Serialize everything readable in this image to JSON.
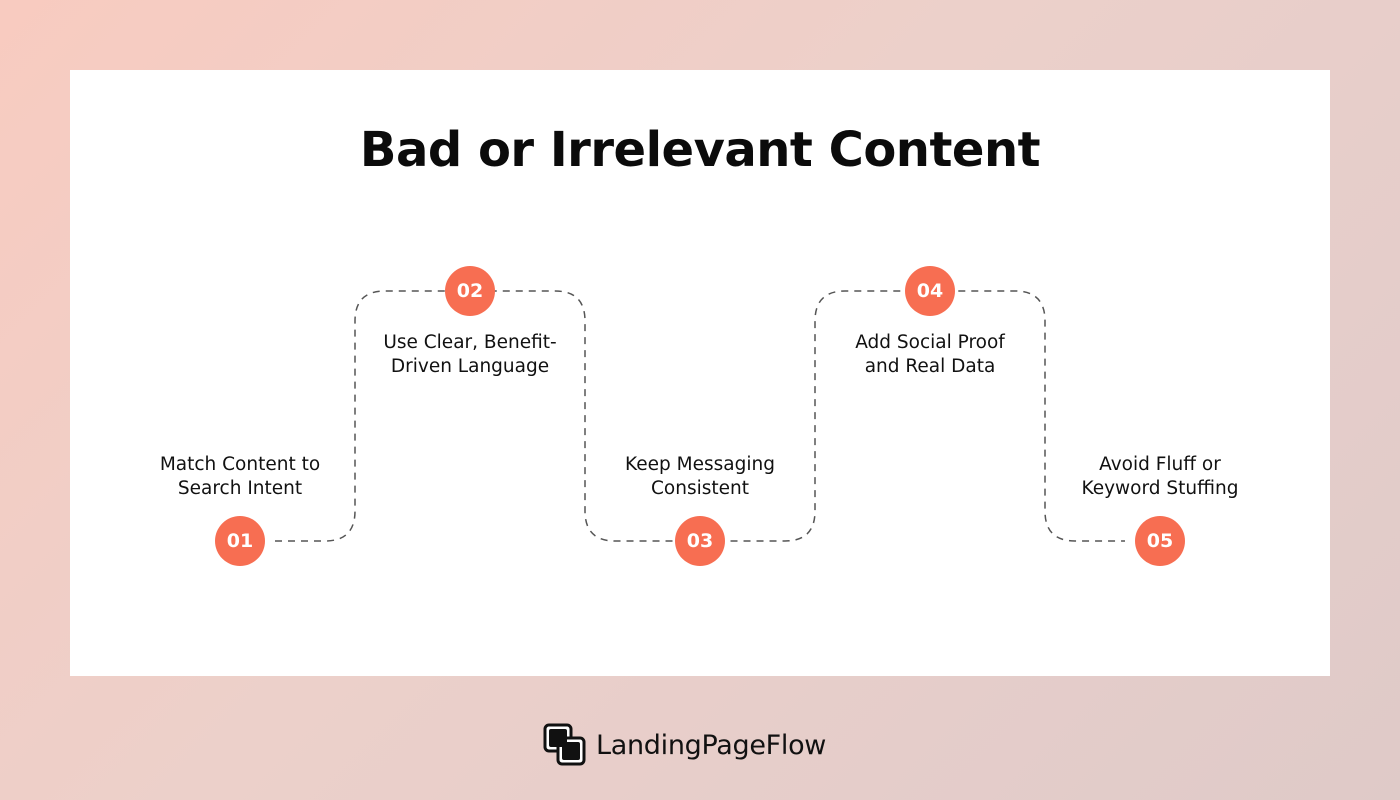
{
  "title": "Bad or Irrelevant Content",
  "steps": [
    {
      "number": "01",
      "label_lines": [
        "Match Content to",
        "Search Intent"
      ]
    },
    {
      "number": "02",
      "label_lines": [
        "Use Clear, Benefit-",
        "Driven Language"
      ]
    },
    {
      "number": "03",
      "label_lines": [
        "Keep Messaging",
        "Consistent"
      ]
    },
    {
      "number": "04",
      "label_lines": [
        "Add Social Proof",
        "and Real Data"
      ]
    },
    {
      "number": "05",
      "label_lines": [
        "Avoid Fluff or",
        "Keyword Stuffing"
      ]
    }
  ],
  "brand": {
    "name": "LandingPageFlow",
    "icon": "overlapping-squares-logo-icon"
  },
  "colors": {
    "accent": "#f76e52",
    "card": "#ffffff",
    "text": "#111111",
    "connector": "#555555"
  }
}
